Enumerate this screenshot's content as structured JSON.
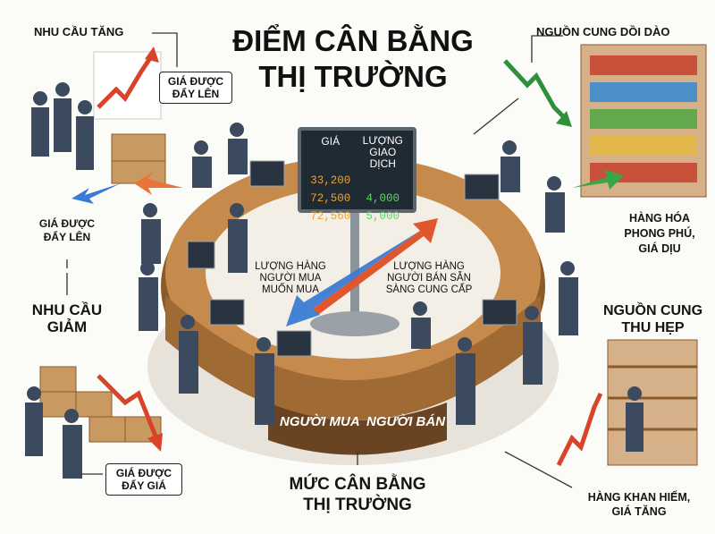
{
  "title_line1": "ĐIỂM CÂN BẰNG",
  "title_line2": "THỊ TRƯỜNG",
  "labels": {
    "demand_rising": "NHU CẦU TĂNG",
    "price_pushed_up_top": "GIÁ ĐƯỢC\nĐẨY LÊN",
    "price_pushed_up_left": "GIÁ ĐƯỢC\nĐẨY LÊN",
    "supply_abundant": "NGUỒN CUNG DỒI DÀO",
    "goods_plentiful": "HÀNG HÓA\nPHONG PHÚ,\nGIÁ DỊU",
    "demand_falling": "NHU CẦU\nGIẢM",
    "supply_narrowing": "NGUỒN CUNG\nTHU HẸP",
    "price_pushed_down": "GIÁ ĐƯỢC\nĐẨY GIÁ",
    "equilibrium_level": "MỨC CÂN BẰNG\nTHỊ TRƯỜNG",
    "scarce_goods": "HÀNG KHAN HIẾM,\nGIÁ TĂNG",
    "buyers_quantity": "LƯỢNG HÀNG\nNGƯỜI MUA\nMUỐN MUA",
    "sellers_quantity": "LƯỢNG HÀNG\nNGƯỜI BÁN SẴN\nSÀNG CUNG CẤP",
    "buyer": "NGƯỜI MUA",
    "seller": "NGƯỜI BÁN"
  },
  "board": {
    "col_price": "GIÁ",
    "col_volume": "LƯỢNG\nGIAO DỊCH",
    "rows": [
      {
        "price": "33,200",
        "volume": ""
      },
      {
        "price": "72,500",
        "volume": "4,000"
      },
      {
        "price": "72,560",
        "volume": "5,000"
      }
    ]
  },
  "colors": {
    "up_arrow": "#d8432a",
    "down_arrow": "#3a7bd5",
    "green_arrow": "#3aa64a",
    "counter_wood": "#a8713c"
  }
}
